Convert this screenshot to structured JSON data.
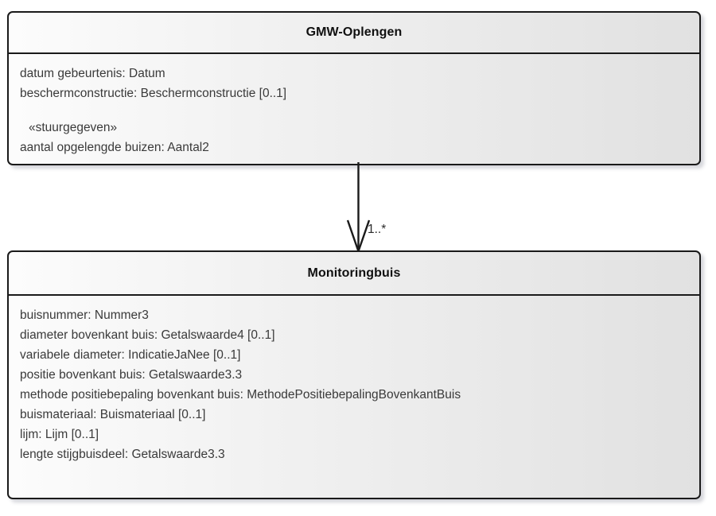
{
  "diagram": {
    "type": "uml-class-diagram",
    "background_color": "#ffffff",
    "border_color": "#1a1a1a",
    "text_color": "#3a3a3a"
  },
  "classes": [
    {
      "id": "gmw-oplengen",
      "name": "GMW-Oplengen",
      "attributes": [
        {
          "text": "datum gebeurtenis: Datum",
          "stereotype": false
        },
        {
          "text": "beschermconstructie: Beschermconstructie [0..1]",
          "stereotype": false
        },
        {
          "text": "«stuurgegeven»",
          "stereotype": true
        },
        {
          "text": "aantal opgelengde buizen: Aantal2",
          "stereotype": false
        }
      ]
    },
    {
      "id": "monitoringbuis",
      "name": "Monitoringbuis",
      "attributes": [
        {
          "text": "buisnummer: Nummer3",
          "stereotype": false
        },
        {
          "text": "diameter bovenkant buis: Getalswaarde4 [0..1]",
          "stereotype": false
        },
        {
          "text": "variabele diameter: IndicatieJaNee [0..1]",
          "stereotype": false
        },
        {
          "text": "positie bovenkant buis: Getalswaarde3.3",
          "stereotype": false
        },
        {
          "text": "methode positiebepaling bovenkant buis: MethodePositiebepalingBovenkantBuis",
          "stereotype": false
        },
        {
          "text": "buismateriaal: Buismateriaal [0..1]",
          "stereotype": false
        },
        {
          "text": "lijm: Lijm [0..1]",
          "stereotype": false
        },
        {
          "text": "lengte stijgbuisdeel: Getalswaarde3.3",
          "stereotype": false
        }
      ]
    }
  ],
  "connector": {
    "kind": "association-open-arrow",
    "source": "GMW-Oplengen",
    "target": "Monitoringbuis",
    "multiplicity_target": "1..*"
  }
}
